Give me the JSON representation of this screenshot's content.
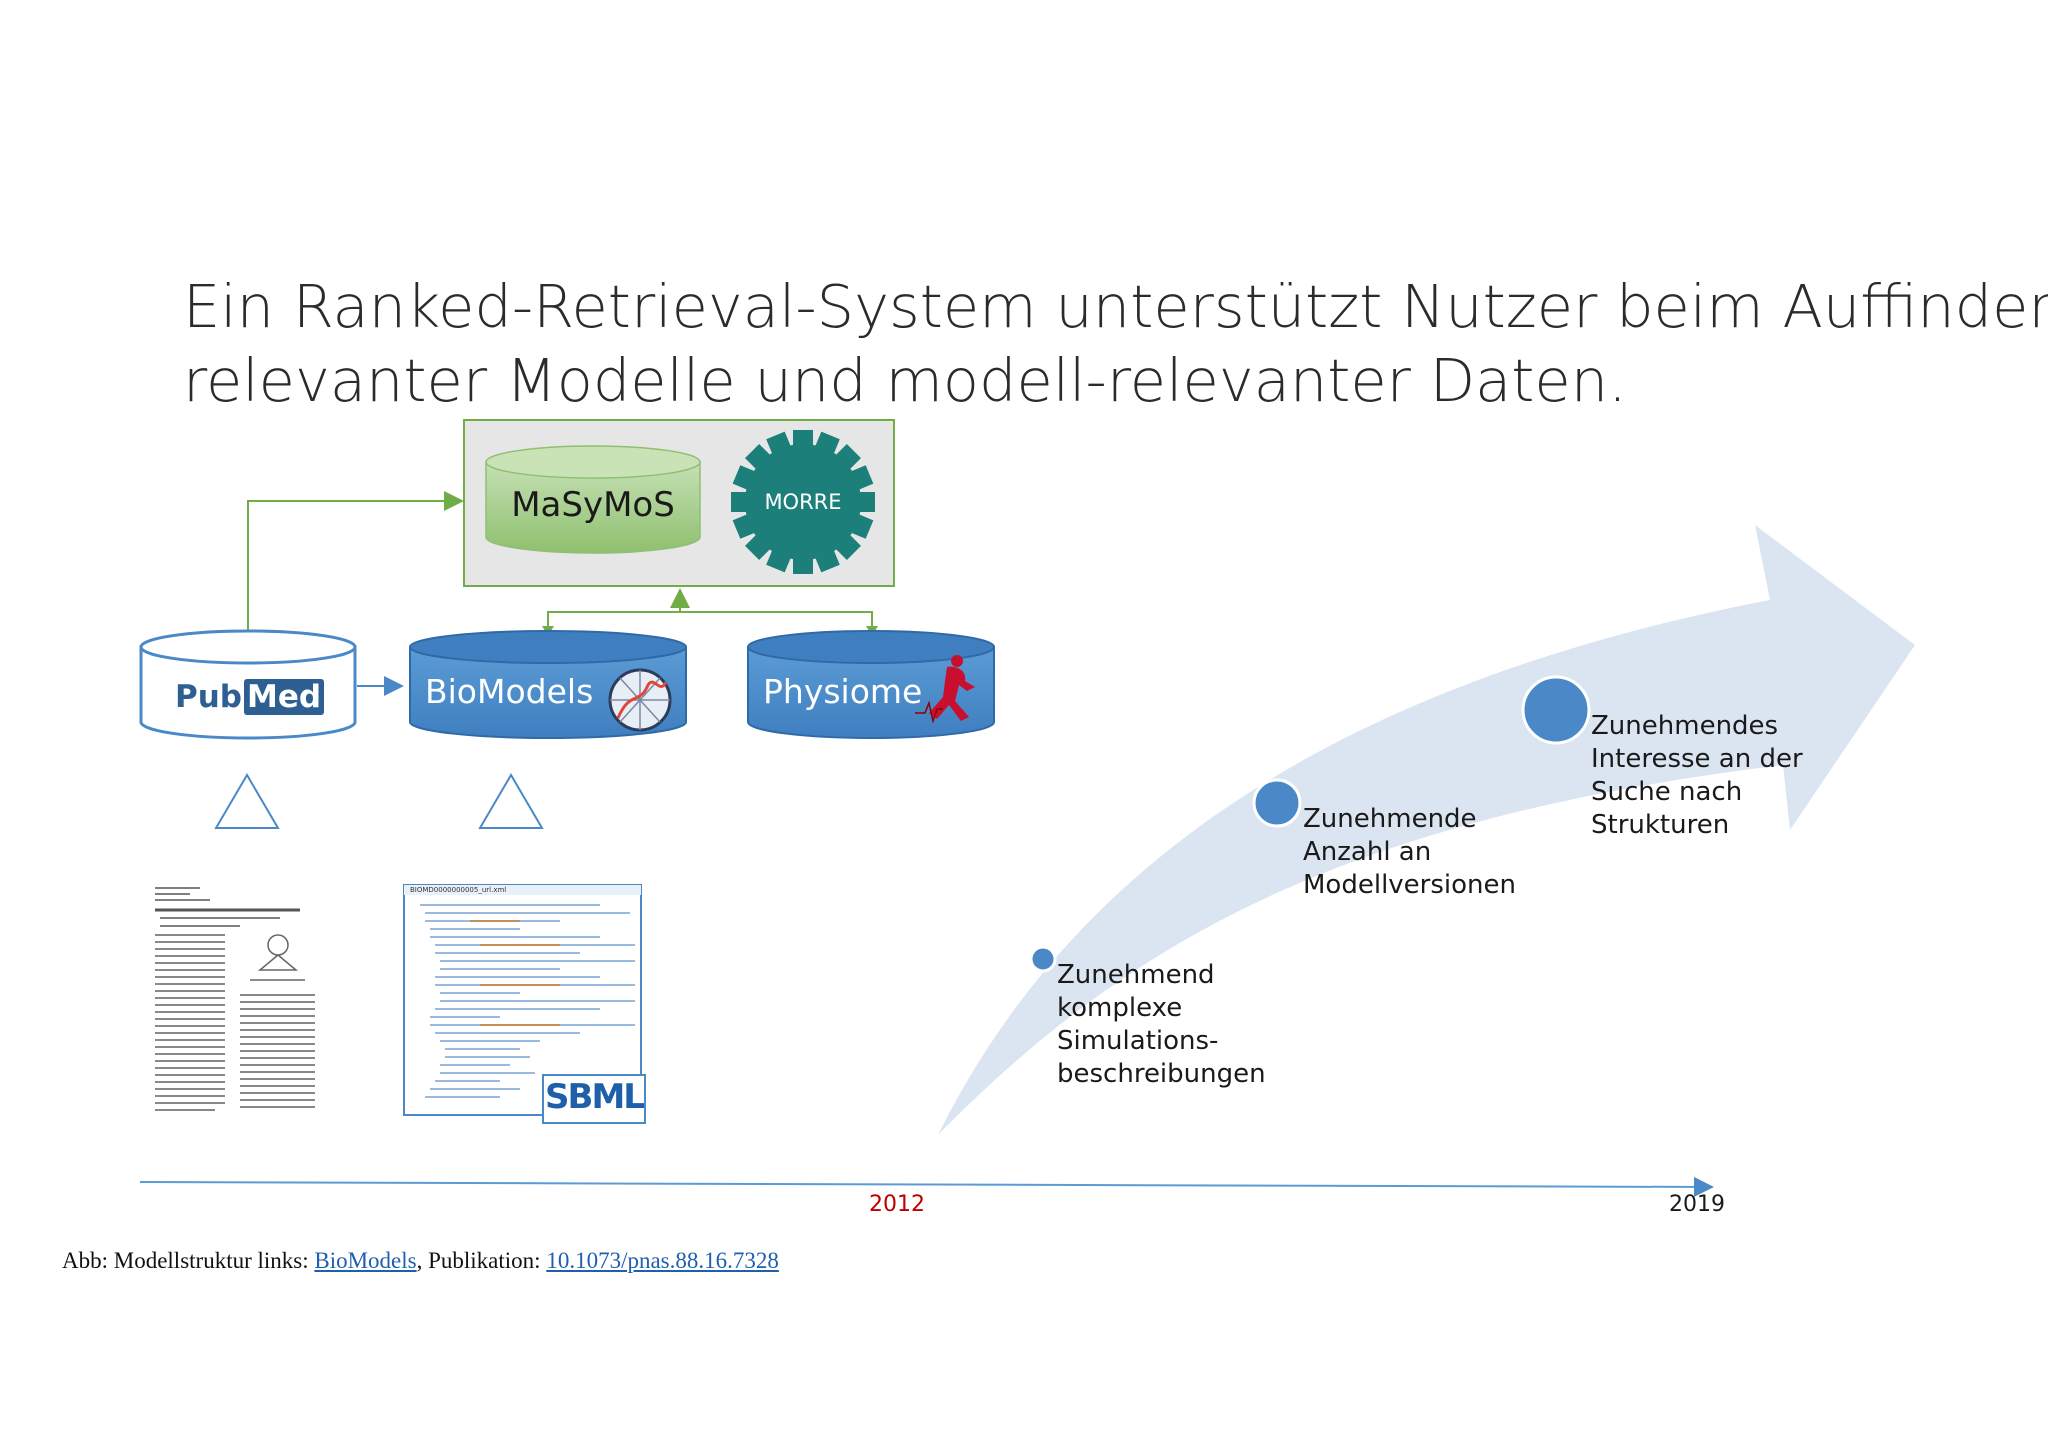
{
  "slide": {
    "title_line1": "Ein Ranked-Retrieval-System unterstützt Nutzer beim Auffinden",
    "title_line2": "relevanter Modelle und modell-relevanter Daten."
  },
  "diagram": {
    "masymos_label": "MaSyMoS",
    "morre_label": "MORRE",
    "pubmed_label_a": "Pub",
    "pubmed_label_b": "Med",
    "biomodels_label": "BioModels",
    "physiome_label": "Physiome",
    "sbml_label": "SBML",
    "xml_filename": "BIOMD0000000005_url.xml"
  },
  "timeline": {
    "year_left": "2012",
    "year_right": "2019",
    "milestones": [
      {
        "lines": [
          "Zunehmend",
          "komplexe",
          "Simulations-",
          "beschreibungen"
        ]
      },
      {
        "lines": [
          "Zunehmende",
          "Anzahl an",
          "Modellversionen"
        ]
      },
      {
        "lines": [
          "Zunehmendes",
          "Interesse an der",
          "Suche nach",
          "Strukturen"
        ]
      }
    ]
  },
  "caption": {
    "prefix": "Abb: Modellstruktur links: ",
    "link1": "BioModels",
    "middle": ", Publikation: ",
    "link2": "10.1073/pnas.88.16.7328"
  },
  "colors": {
    "green_box_border": "#70ad47",
    "masymos_fill": "#a9d18e",
    "morre_fill": "#1c7f7a",
    "db_blue": "#4a88c8",
    "arrow_fill": "#dce6f2",
    "dot_blue": "#4a88c8",
    "year_2012": "#c00000"
  }
}
